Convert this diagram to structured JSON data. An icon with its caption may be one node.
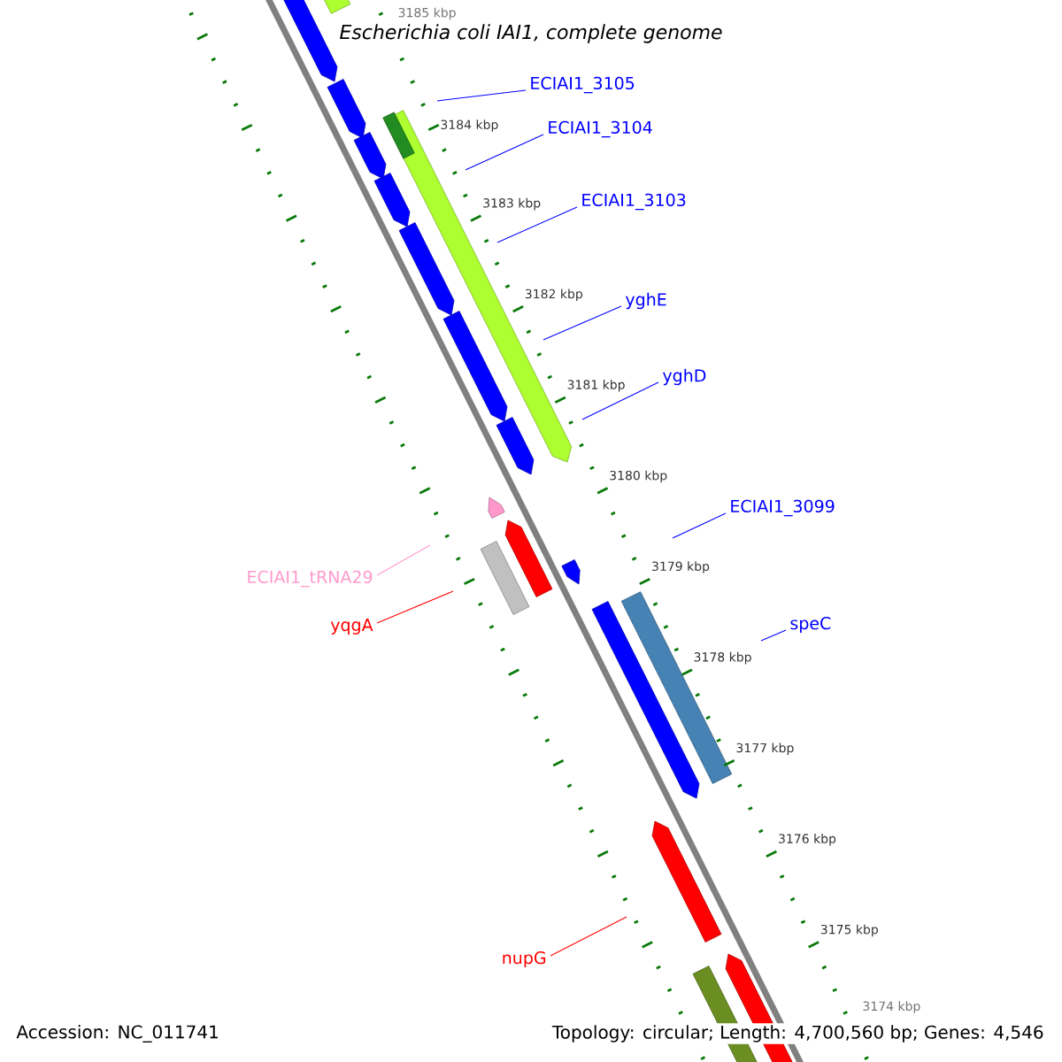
{
  "diagram": {
    "title": "Escherichia coli IAI1, complete genome",
    "nodes": [
      {
        "text": [
          "ECIAI1_3105"
        ]
      },
      {
        "text": [
          "ECIAI1_3104"
        ]
      },
      {
        "text": [
          "ECIAI1_3103"
        ]
      },
      {
        "text": [
          "yghE"
        ]
      },
      {
        "text": [
          "yghD"
        ]
      },
      {
        "text": [
          "ECIAI1_3099"
        ]
      },
      {
        "text": [
          "speC"
        ]
      },
      {
        "text": [
          "ECIAI1_tRNA29"
        ]
      },
      {
        "text": [
          "yqgA"
        ]
      },
      {
        "text": [
          "nupG"
        ]
      }
    ],
    "edges": [
      {
        "from": 0,
        "to": null,
        "arrow": "none"
      },
      {
        "from": 1,
        "to": null,
        "arrow": "none"
      },
      {
        "from": 2,
        "to": null,
        "arrow": "none"
      },
      {
        "from": 3,
        "to": null,
        "arrow": "none"
      },
      {
        "from": 4,
        "to": null,
        "arrow": "none"
      },
      {
        "from": 5,
        "to": null,
        "arrow": "none"
      },
      {
        "from": 6,
        "to": null,
        "arrow": "none"
      },
      {
        "from": 7,
        "to": null,
        "arrow": "none",
        "color": "#ff99cc"
      },
      {
        "from": 8,
        "to": null,
        "arrow": "none",
        "color": "#ff0000"
      },
      {
        "from": 9,
        "to": null,
        "arrow": "none",
        "color": "#ff0000"
      }
    ],
    "labels": [
      "3185 kbp",
      "3184 kbp",
      "3183 kbp",
      "3182 kbp",
      "3181 kbp",
      "3180 kbp",
      "3179 kbp",
      "3178 kbp",
      "3177 kbp",
      "3176 kbp",
      "3175 kbp",
      "3174 kbp",
      "Accession: NC_011741",
      "Topology: circular; Length: 4,700,560 bp; Genes: 4,546"
    ]
  }
}
